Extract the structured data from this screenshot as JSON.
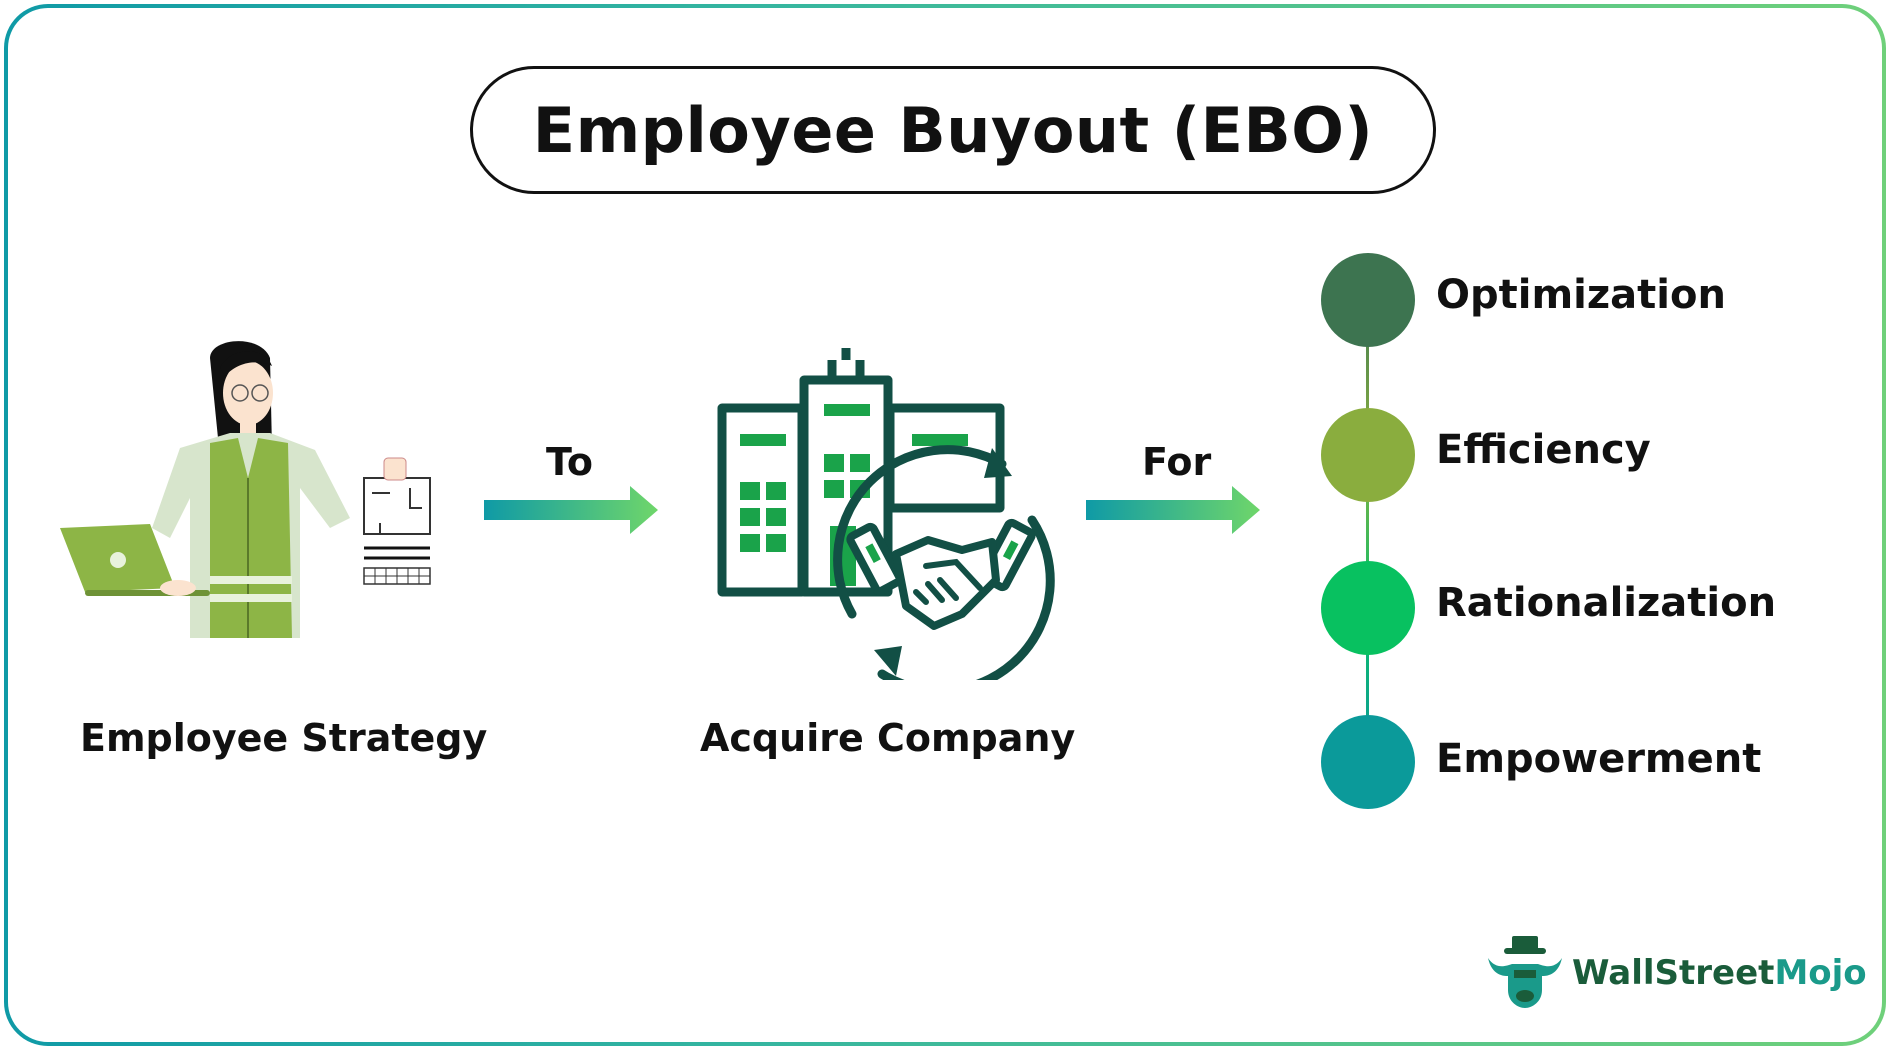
{
  "title": "Employee Buyout (EBO)",
  "steps": [
    {
      "label": "Employee Strategy",
      "icon": "employee-with-laptop-icon"
    },
    {
      "label": "Acquire Company",
      "icon": "company-handshake-icon"
    }
  ],
  "connectors": [
    "To",
    "For"
  ],
  "outcomes": [
    {
      "label": "Optimization",
      "color": "#3d7450"
    },
    {
      "label": "Efficiency",
      "color": "#8aad3e"
    },
    {
      "label": "Rationalization",
      "color": "#08c160"
    },
    {
      "label": "Empowerment",
      "color": "#0b9a9a"
    }
  ],
  "brand": {
    "part1": "WallStreet",
    "part2": "Mojo",
    "icon": "bull-mascot-icon"
  },
  "colors": {
    "accent_dark": "#124f45",
    "accent_green": "#1aa34a",
    "arrow_start": "#0f9aa6",
    "arrow_end": "#6fd66a"
  }
}
